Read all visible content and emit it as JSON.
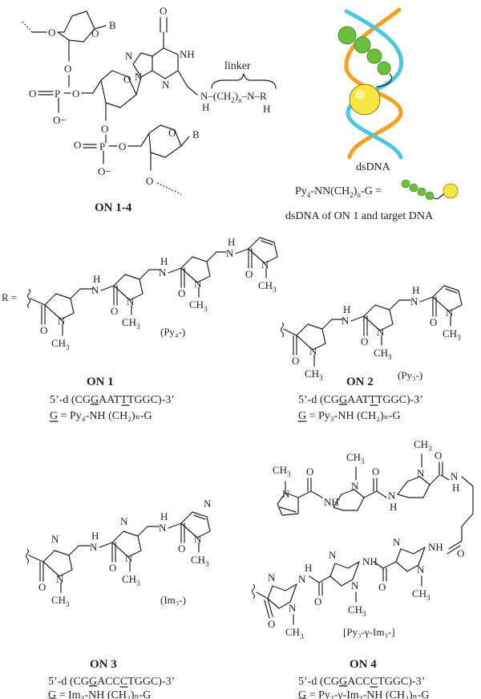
{
  "figure": {
    "nucleotide": {
      "atoms": {
        "O": "O",
        "B": "B",
        "P": "P",
        "N": "N",
        "H": "H",
        "NH": "NH",
        "O_minus": "O−"
      },
      "linker_label": "linker",
      "linker_formula_pre": "N–(CH",
      "linker_formula_sub": "2",
      "linker_formula_mid": ")",
      "linker_formula_n": "n",
      "linker_formula_post": "–N–R",
      "compound_label": "ON 1-4"
    },
    "dsdna": {
      "title": "dsDNA",
      "legend_pre": "Py",
      "legend_sub": "4",
      "legend_mid": "-NN(CH",
      "legend_sub2": "2",
      "legend_mid2": ")",
      "legend_n": "n",
      "legend_post": "-G =",
      "caption": "dsDNA of ON 1 and target DNA",
      "colors": {
        "strand_a": "#f7a01c",
        "strand_b": "#4fc6dd",
        "bead_green": "#6cbf3c",
        "bead_yellow": "#f5e642"
      }
    },
    "r_label": "R =",
    "groups": [
      {
        "label": "ON 1",
        "unit_label": "(Py₄-)",
        "seq_pre": "5’-d (CG",
        "seq_u": "G",
        "seq_post": "AATTTGGC)-3’",
        "def_g": "G",
        "def_rest": " = Py₄-NH (CH₂)ₙ-G"
      },
      {
        "label": "ON 2",
        "unit_label": "(Py₃-)",
        "seq_pre": "5’-d (CG",
        "seq_u": "G",
        "seq_post": "AATTTGGC)-3’",
        "def_g": "G",
        "def_rest": " = Py₃-NH (CH₂)ₙ-G"
      },
      {
        "label": "ON 3",
        "unit_label": "(Im₃-)",
        "seq_pre": "5’-d (CG",
        "seq_u": "G",
        "seq_post": "ACCCTGGC)-3’",
        "def_g": "G",
        "def_rest": " = Im₃-NH (CH₂)ₙ-G"
      },
      {
        "label": "ON 4",
        "unit_label": "[Py₃-γ-Im₃-]",
        "seq_pre": "5’-d (CG",
        "seq_u": "G",
        "seq_post": "ACCCTGGC)-3’",
        "def_g": "G",
        "def_rest": " = Py₃-γ-Im₃-NH (CH₂)ₙ-G"
      }
    ],
    "ch3": {
      "c": "CH",
      "sub": "3"
    }
  }
}
